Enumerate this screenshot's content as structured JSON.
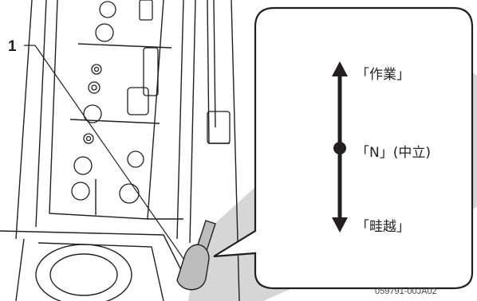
{
  "callout": {
    "number": "1"
  },
  "positions": {
    "work": "「作業」",
    "neutral": "「N」(中立)",
    "ridge_crossing": "「畦越」"
  },
  "figure_code": "059791-00JA02",
  "colors": {
    "line": "#231f20",
    "knob_gray": "#bdbdbd",
    "shadow": "#d4d4d4",
    "background": "#ffffff"
  }
}
